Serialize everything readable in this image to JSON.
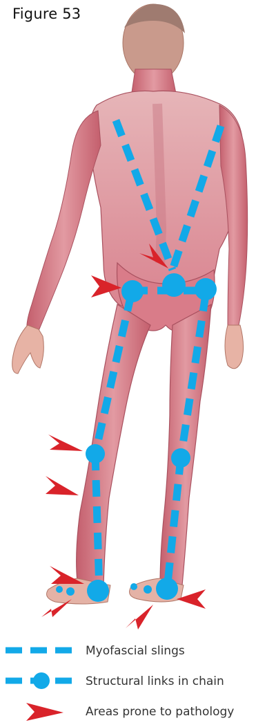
{
  "figure": {
    "title": "Figure 53"
  },
  "legend": {
    "items": [
      {
        "key": "slings",
        "label": "Myofascial slings",
        "symbol": "dashed-line"
      },
      {
        "key": "links",
        "label": "Structural links in chain",
        "symbol": "dashed-line-with-node"
      },
      {
        "key": "pathology",
        "label": "Areas prone to pathology",
        "symbol": "red-arrowhead"
      }
    ]
  },
  "colors": {
    "sling_blue": "#12a9e8",
    "arrow_red": "#d9232a",
    "muscle": "#d77b87",
    "muscle_dark": "#b8505f",
    "skin": "#e8c4b0"
  }
}
